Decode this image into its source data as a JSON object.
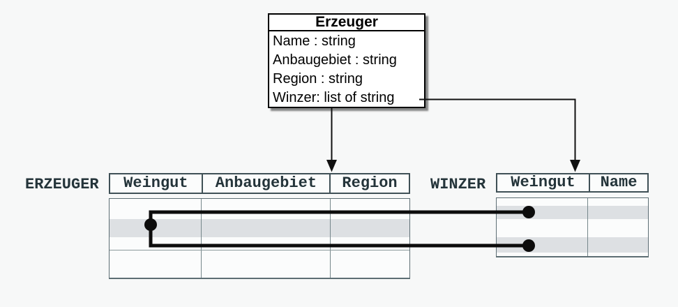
{
  "class_box": {
    "title": "Erzeuger",
    "attributes": [
      "Name : string",
      "Anbaugebiet : string",
      "Region : string",
      "Winzer: list of string"
    ]
  },
  "tables": {
    "erzeuger": {
      "label": "ERZEUGER",
      "columns": [
        "Weingut",
        "Anbaugebiet",
        "Region"
      ],
      "highlighted_row": 2
    },
    "winzer": {
      "label": "WINZER",
      "columns": [
        "Weingut",
        "Name"
      ],
      "highlighted_rows": [
        2,
        4
      ]
    }
  },
  "links": [
    {
      "from_table": "ERZEUGER",
      "from_row": 2,
      "to_table": "WINZER",
      "to_row": 2
    },
    {
      "from_table": "ERZEUGER",
      "from_row": 2,
      "to_table": "WINZER",
      "to_row": 4
    }
  ],
  "colors": {
    "background": "#f7f8f8",
    "row_highlight": "#dde0e3",
    "table_border": "#3f5056",
    "label_text": "#24343a",
    "connector": "#0c0c0c"
  }
}
